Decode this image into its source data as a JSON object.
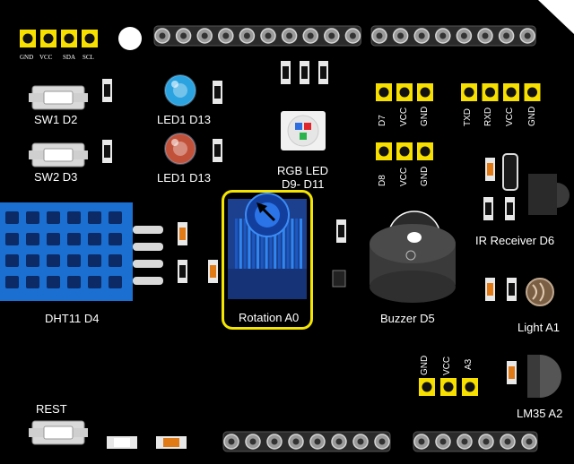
{
  "colors": {
    "board": "#000000",
    "header_yellow": "#f7df00",
    "highlight": "#f4e500",
    "dht_blue": "#1b6fd0",
    "pot_blue": "#1e5fc4",
    "led_blue": "#2aa3e0",
    "led_red": "#c2513a",
    "resistor_orange": "#e07a17",
    "label": "#ffffff"
  },
  "labels": {
    "i2c_gnd": "GND",
    "i2c_vcc": "VCC",
    "i2c_sda": "SDA",
    "i2c_scl": "SCL",
    "sw1": "SW1 D2",
    "sw2": "SW2 D3",
    "led1_top": "LED1  D13",
    "led1_bottom": "LED1  D13",
    "rgb_line1": "RGB  LED",
    "rgb_line2": "D9- D11",
    "d7": "D7",
    "d7_vcc": "VCC",
    "d7_gnd": "GND",
    "d8": "D8",
    "d8_vcc": "VCC",
    "d8_gnd": "GND",
    "txd": "TXD",
    "rxd": "RXD",
    "uart_vcc": "VCC",
    "uart_gnd": "GND",
    "ir": "IR Receiver D6",
    "dht": "DHT11 D4",
    "rotation": "Rotation A0",
    "buzzer": "Buzzer D5",
    "light": "Light  A1",
    "lm35_gnd": "GND",
    "lm35_vcc": "VCC",
    "lm35_a3": "A3",
    "lm35": "LM35 A2",
    "rest": "REST"
  }
}
